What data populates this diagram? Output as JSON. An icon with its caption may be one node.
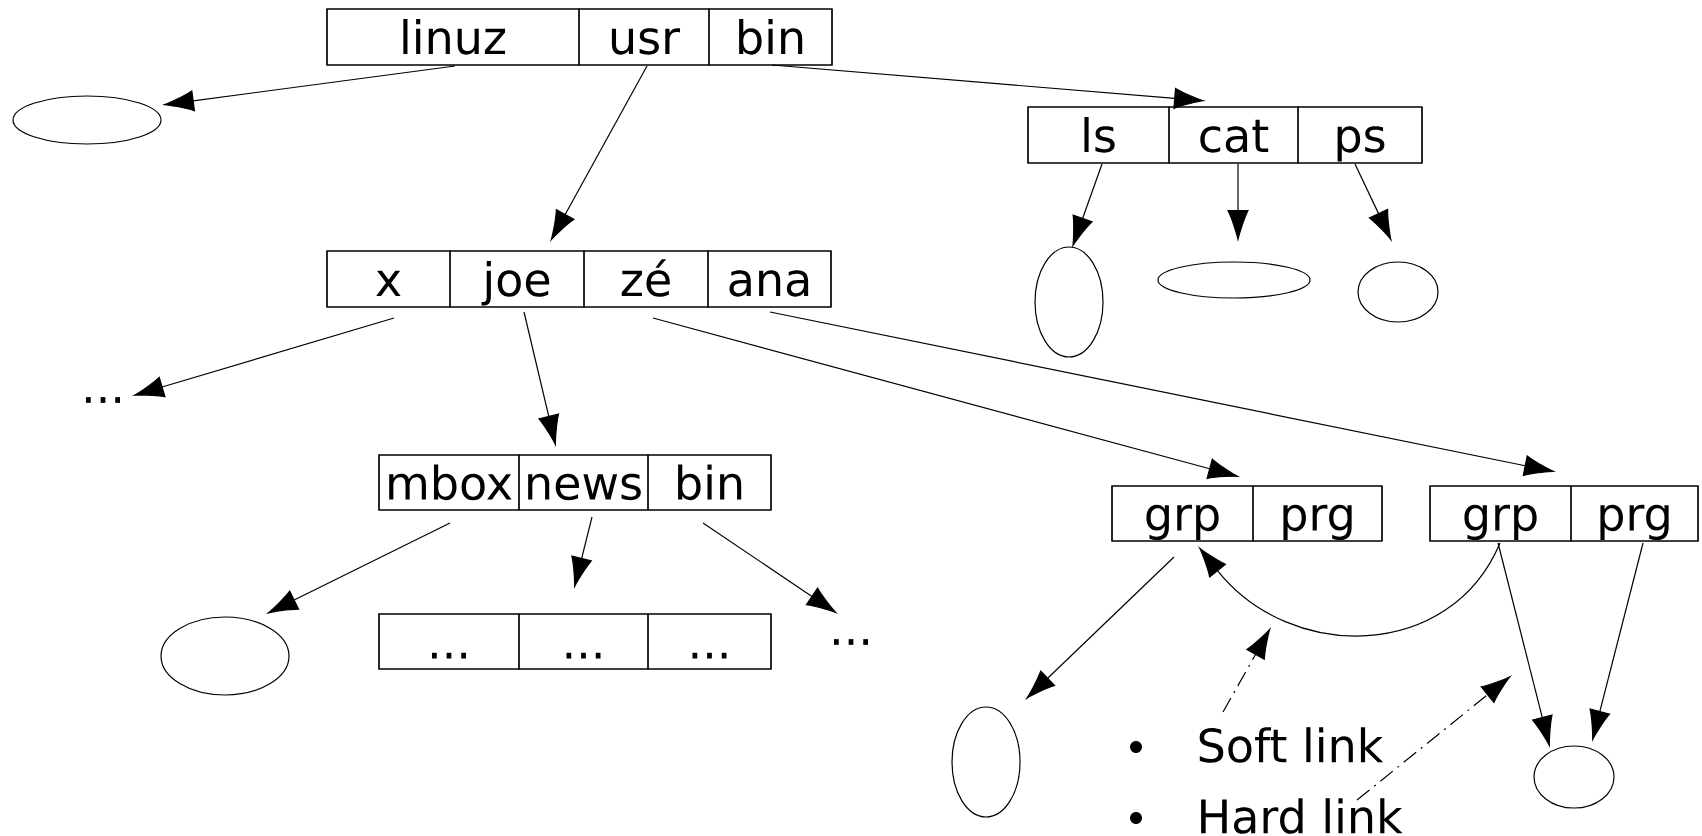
{
  "diagram": {
    "nodes": [
      {
        "text": [],
        "shape": "box"
      },
      {
        "text": [
          "linuz"
        ],
        "in": 0
      },
      {
        "text": [
          "usr"
        ],
        "in": 0
      },
      {
        "text": [
          "bin"
        ],
        "in": 0
      },
      {
        "text": [],
        "shape": "circle"
      },
      {
        "text": [],
        "shape": "box"
      },
      {
        "text": [
          "ls"
        ],
        "in": 5
      },
      {
        "text": [
          "cat"
        ],
        "in": 5
      },
      {
        "text": [
          "ps"
        ],
        "in": 5
      },
      {
        "text": [],
        "shape": "circle"
      },
      {
        "text": [],
        "shape": "circle"
      },
      {
        "text": [],
        "shape": "circle"
      },
      {
        "text": [],
        "shape": "box"
      },
      {
        "text": [
          "x"
        ],
        "in": 12
      },
      {
        "text": [
          "joe"
        ],
        "in": 12
      },
      {
        "text": [
          "zé"
        ],
        "in": 12
      },
      {
        "text": [
          "ana"
        ],
        "in": 12
      },
      {
        "text": [
          "..."
        ]
      },
      {
        "text": [],
        "shape": "box"
      },
      {
        "text": [
          "mbox"
        ],
        "in": 18
      },
      {
        "text": [
          "news"
        ],
        "in": 18
      },
      {
        "text": [
          "bin"
        ],
        "in": 18
      },
      {
        "text": [],
        "shape": "box"
      },
      {
        "text": [
          "grp"
        ],
        "in": 22
      },
      {
        "text": [
          "prg"
        ],
        "in": 22
      },
      {
        "text": [],
        "shape": "box"
      },
      {
        "text": [
          "grp"
        ],
        "in": 25
      },
      {
        "text": [
          "prg"
        ],
        "in": 25
      },
      {
        "text": [],
        "shape": "circle"
      },
      {
        "text": [],
        "shape": "box"
      },
      {
        "text": [
          "..."
        ],
        "in": 29
      },
      {
        "text": [
          "..."
        ],
        "in": 29
      },
      {
        "text": [
          "..."
        ],
        "in": 29
      },
      {
        "text": [
          "..."
        ]
      },
      {
        "text": [],
        "shape": "circle"
      },
      {
        "text": [
          "Soft link"
        ]
      },
      {
        "text": [],
        "shape": "circle"
      },
      {
        "text": [
          "Hard link"
        ]
      }
    ],
    "edges": [
      {
        "from": 1,
        "to": 4,
        "arrow": "to"
      },
      {
        "from": 2,
        "to": 12,
        "arrow": "to"
      },
      {
        "from": 3,
        "to": 5,
        "arrow": "to"
      },
      {
        "from": 6,
        "to": 9,
        "arrow": "to"
      },
      {
        "from": 7,
        "to": 10,
        "arrow": "to"
      },
      {
        "from": 8,
        "to": 11,
        "arrow": "to"
      },
      {
        "from": 13,
        "to": 17,
        "arrow": "to"
      },
      {
        "from": 14,
        "to": 18,
        "arrow": "to"
      },
      {
        "from": 15,
        "to": 22,
        "arrow": "to"
      },
      {
        "from": 16,
        "to": 25,
        "arrow": "to"
      },
      {
        "from": 19,
        "to": 28,
        "arrow": "to"
      },
      {
        "from": 20,
        "to": 29,
        "arrow": "to"
      },
      {
        "from": 21,
        "to": 33,
        "arrow": "to"
      },
      {
        "from": 23,
        "to": 34,
        "arrow": "to"
      },
      {
        "from": 26,
        "to": 23,
        "arrow": "to"
      },
      {
        "from": 26,
        "to": 36,
        "arrow": "to"
      },
      {
        "from": 27,
        "to": 36,
        "arrow": "to"
      },
      {
        "from": 35,
        "to": null,
        "arrow": "to",
        "style": "dashed"
      },
      {
        "from": 37,
        "to": null,
        "arrow": "to",
        "style": "dashed"
      }
    ]
  }
}
